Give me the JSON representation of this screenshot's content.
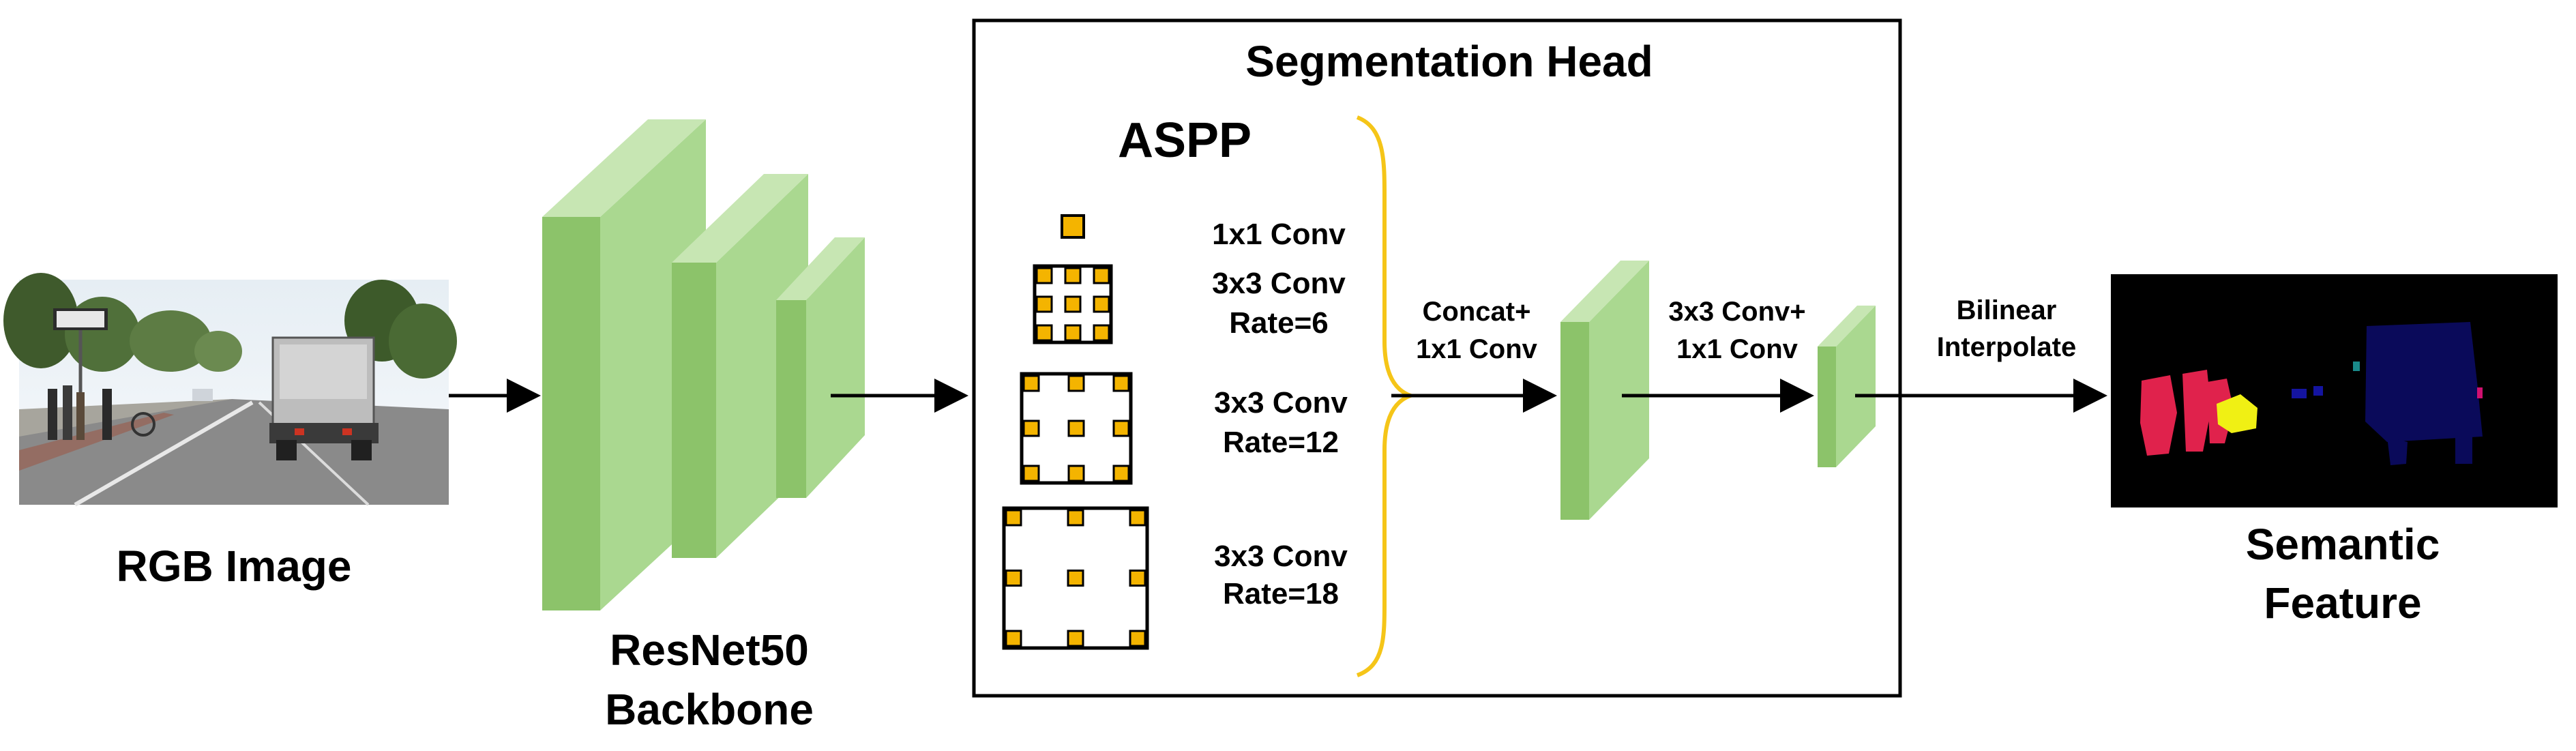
{
  "input": {
    "label": "RGB Image"
  },
  "backbone": {
    "line1": "ResNet50",
    "line2": "Backbone"
  },
  "head": {
    "title": "Segmentation Head",
    "aspp_title": "ASPP",
    "branches": [
      {
        "label1": "1x1 Conv",
        "label2": ""
      },
      {
        "label1": "3x3 Conv",
        "label2": "Rate=6"
      },
      {
        "label1": "3x3 Conv",
        "label2": "Rate=12"
      },
      {
        "label1": "3x3 Conv",
        "label2": "Rate=18"
      }
    ],
    "concat": {
      "line1": "Concat+",
      "line2": "1x1 Conv"
    },
    "conv2": {
      "line1": "3x3 Conv+",
      "line2": "1x1 Conv"
    }
  },
  "upsample": {
    "line1": "Bilinear",
    "line2": "Interpolate"
  },
  "output": {
    "line1": "Semantic",
    "line2": "Feature"
  },
  "colors": {
    "block_front": "#8cc36a",
    "block_top": "#c7e6b3",
    "block_side": "#aad890",
    "kernel_fill": "#f4b400",
    "brace": "#f5c518",
    "seg_red": "#e0224c",
    "seg_yellow": "#f0f014",
    "seg_navy": "#0a0a5a",
    "seg_blue": "#1414a0"
  }
}
